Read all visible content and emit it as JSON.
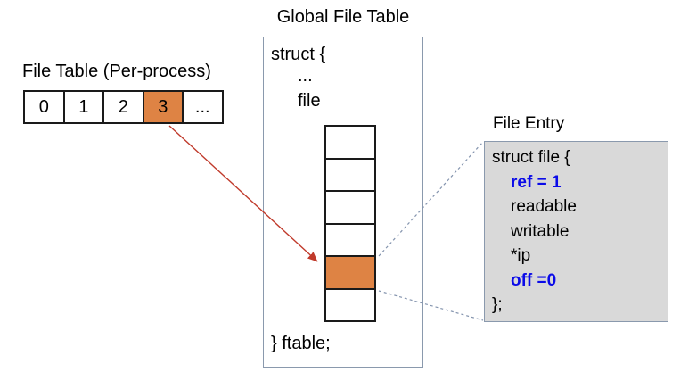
{
  "colors": {
    "highlight_orange": "#DE8344",
    "arrow_red": "#C03A2B",
    "dashed_connector": "#8494AE",
    "code_blue": "#0B0BE8",
    "entry_bg": "#D9D9D9",
    "box_border": "#8A99AD",
    "cell_border": "#1A1A1A"
  },
  "per_process_table": {
    "title": "File Table (Per-process)",
    "cells": [
      "0",
      "1",
      "2",
      "3",
      "..."
    ],
    "highlighted_index": 3
  },
  "global_table": {
    "title": "Global File Table",
    "struct_open": "struct {",
    "ellipsis": "...",
    "field": "file",
    "struct_close": "} ftable;",
    "slot_count": 6,
    "highlighted_index": 4
  },
  "file_entry": {
    "title": "File Entry",
    "lines": [
      {
        "text": "struct file {",
        "indent": false,
        "emphasis": false
      },
      {
        "text": "ref = 1",
        "indent": true,
        "emphasis": true
      },
      {
        "text": "readable",
        "indent": true,
        "emphasis": false
      },
      {
        "text": "writable",
        "indent": true,
        "emphasis": false
      },
      {
        "text": "*ip",
        "indent": true,
        "emphasis": false
      },
      {
        "text": "off =0",
        "indent": true,
        "emphasis": true
      },
      {
        "text": "};",
        "indent": false,
        "emphasis": false
      }
    ]
  }
}
